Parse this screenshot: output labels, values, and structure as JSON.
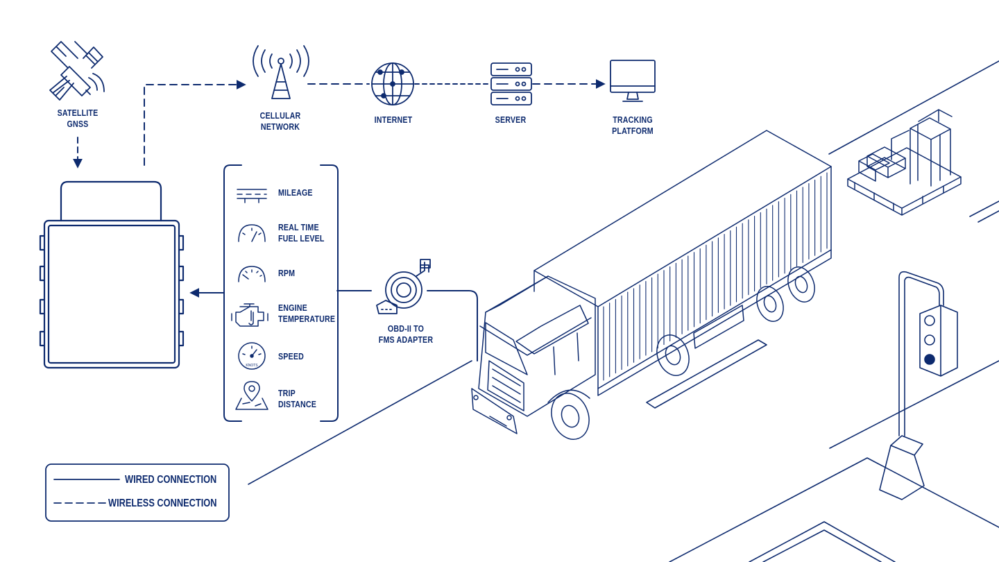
{
  "colors": {
    "ink": "#0d2a6e"
  },
  "flow_nodes": {
    "satellite": {
      "icon": "satellite-icon",
      "line1": "SATELLITE",
      "line2": "GNSS"
    },
    "cellular": {
      "icon": "cell-tower-icon",
      "line1": "CELLULAR",
      "line2": "NETWORK"
    },
    "internet": {
      "icon": "globe-icon",
      "line1": "INTERNET"
    },
    "server": {
      "icon": "server-icon",
      "line1": "SERVER"
    },
    "platform": {
      "icon": "monitor-icon",
      "line1": "TRACKING",
      "line2": "PLATFORM"
    }
  },
  "tracker": {
    "icon": "gps-tracker-device-icon"
  },
  "data_params": [
    {
      "icon": "road-icon",
      "line1": "MILEAGE",
      "line2": ""
    },
    {
      "icon": "fuel-gauge-icon",
      "line1": "REAL TIME",
      "line2": "FUEL LEVEL"
    },
    {
      "icon": "rpm-gauge-icon",
      "line1": "RPM",
      "line2": ""
    },
    {
      "icon": "engine-temperature-icon",
      "line1": "ENGINE",
      "line2": "TEMPERATURE"
    },
    {
      "icon": "speedometer-icon",
      "line1": "SPEED",
      "line2": "",
      "icon_text": "KNOTS"
    },
    {
      "icon": "map-pin-icon",
      "line1": "TRIP",
      "line2": "DISTANCE"
    }
  ],
  "adapter": {
    "icon": "obd-adapter-icon",
    "line1": "OBD-II TO",
    "line2": "FMS ADAPTER"
  },
  "legend": {
    "wired": "WIRED CONNECTION",
    "wireless": "WIRELESS CONNECTION"
  }
}
